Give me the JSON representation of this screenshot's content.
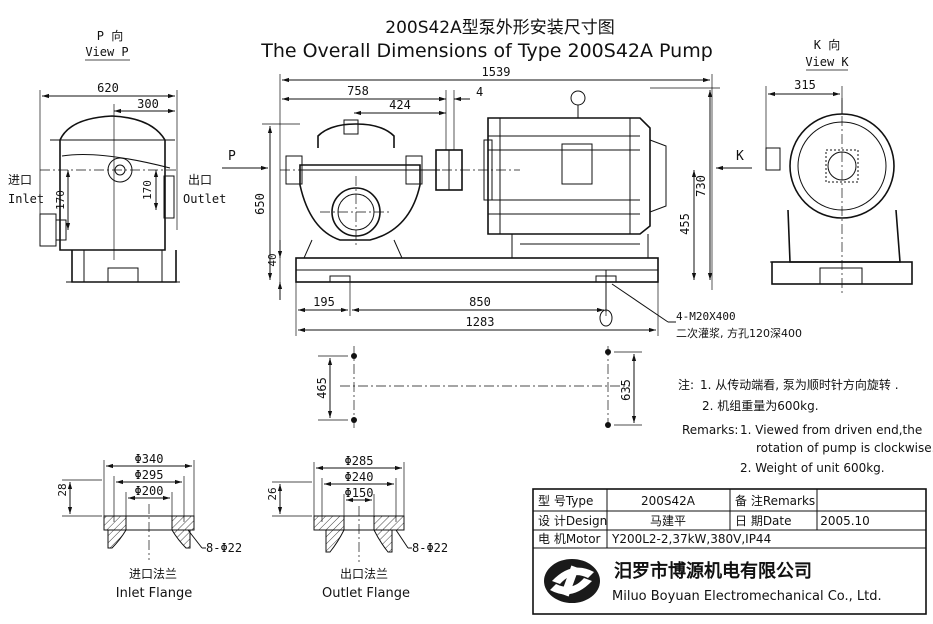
{
  "title": {
    "cn": "200S42A型泵外形安装尺寸图",
    "en": "The Overall Dimensions of Type 200S42A Pump"
  },
  "views": {
    "p_cn": "P 向",
    "p_en": "View P",
    "k_cn": "K 向",
    "k_en": "View K",
    "p_arrow": "P",
    "k_arrow": "K"
  },
  "side": {
    "inlet_cn": "进口",
    "inlet_en": "Inlet",
    "outlet_cn": "出口",
    "outlet_en": "Outlet"
  },
  "dims": {
    "d620": "620",
    "d300": "300",
    "d170a": "170",
    "d170b": "170",
    "d1539": "1539",
    "d758": "758",
    "d424": "424",
    "d4": "4",
    "d650": "650",
    "d40": "40",
    "d455": "455",
    "d730": "730",
    "d195": "195",
    "d850": "850",
    "d1283": "1283",
    "d465": "465",
    "d635": "635",
    "d315": "315",
    "bolts": "4-M20X400",
    "grout": "二次灌浆, 方孔120深400"
  },
  "notes": {
    "cn_head": "注:",
    "cn1": "1. 从传动端看, 泵为顺时针方向旋转 .",
    "cn2": "2. 机组重量为600kg.",
    "en_head": "Remarks:",
    "en1a": "1. Viewed from driven end,the",
    "en1b": "rotation of pump is  clockwise.",
    "en2": "2. Weight of unit 600kg."
  },
  "inlet_flange": {
    "d1": "Φ340",
    "d2": "Φ295",
    "d3": "Φ200",
    "h": "28",
    "holes": "8-Φ22",
    "cn": "进口法兰",
    "en": "Inlet Flange"
  },
  "outlet_flange": {
    "d1": "Φ285",
    "d2": "Φ240",
    "d3": "Φ150",
    "h": "26",
    "holes": "8-Φ22",
    "cn": "出口法兰",
    "en": "Outlet Flange"
  },
  "title_block": {
    "type_label": "型 号Type",
    "type_value": "200S42A",
    "remarks_label": "备 注Remarks",
    "design_label": "设 计Design",
    "design_value": "马建平",
    "date_label": "日 期Date",
    "date_value": "2005.10",
    "motor_label": "电 机Motor",
    "motor_value": "Y200L2-2,37kW,380V,IP44",
    "company_cn": "汨罗市博源机电有限公司",
    "company_en": "Miluo Boyuan Electromechanical Co., Ltd."
  }
}
